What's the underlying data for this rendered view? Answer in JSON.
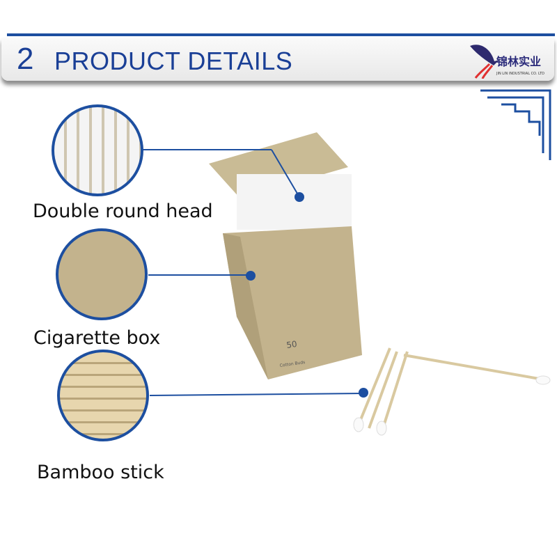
{
  "header": {
    "number": "2",
    "title": "PRODUCT DETAILS"
  },
  "logo": {
    "name_cn": "锦林实业",
    "name_en": "JIN LIN INDUSTRIAL CO. LTD"
  },
  "callouts": [
    {
      "label": "Double round head"
    },
    {
      "label": "Cigarette box"
    },
    {
      "label": "Bamboo stick"
    }
  ],
  "box": {
    "count": "50",
    "text": "Cotton Buds"
  },
  "colors": {
    "accent": "#1d4fa0",
    "kraft": "#c3b38d"
  }
}
